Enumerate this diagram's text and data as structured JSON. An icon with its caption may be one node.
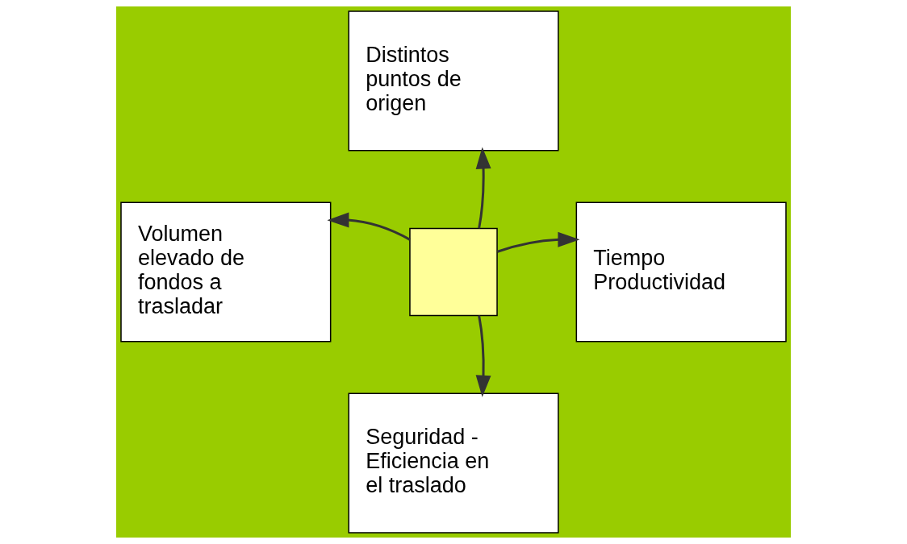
{
  "diagram": {
    "nodes": [
      {
        "text": [
          "Distintos puntos de origen"
        ]
      },
      {
        "text": [
          "Volumen elevado de fondos a trasladar"
        ]
      },
      {
        "text": [],
        "shape": "cross"
      },
      {
        "text": [
          "Tiempo Productividad"
        ]
      },
      {
        "text": [
          "Seguridad - Eficiencia en el traslado"
        ]
      }
    ],
    "edges": [
      {
        "from": 2,
        "to": 0,
        "arrow": "to"
      },
      {
        "from": 2,
        "to": 1,
        "arrow": "to"
      },
      {
        "from": 2,
        "to": 3,
        "arrow": "to"
      },
      {
        "from": 2,
        "to": 4,
        "arrow": "to"
      }
    ]
  }
}
